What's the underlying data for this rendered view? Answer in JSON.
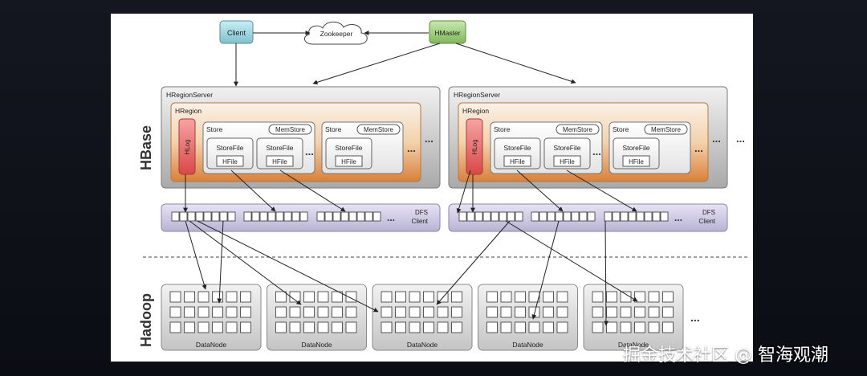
{
  "top": {
    "client": "Client",
    "zookeeper": "Zookeeper",
    "hmaster": "HMaster"
  },
  "side_labels": {
    "hbase": "HBase",
    "hadoop": "Hadoop"
  },
  "region_server": {
    "title": "HRegionServer",
    "region": "HRegion",
    "hlog": "HLog",
    "store": "Store",
    "memstore": "MemStore",
    "storefile": "StoreFile",
    "hfile": "HFile",
    "ellipsis": "..."
  },
  "dfs_client": {
    "line1": "DFS",
    "line2": "Client"
  },
  "datanode": "DataNode",
  "watermark": "掘金技术社区 @ 智海观潮",
  "colors": {
    "client": "#9fd3df",
    "hmaster": "#98c77a",
    "server_gray": "#cfcfcf",
    "region_orange": "#e9b07a",
    "hlog_red": "#e86a6a",
    "dfs_lavender": "#d3cfe6",
    "datanode_gray": "#dcdcdc"
  }
}
